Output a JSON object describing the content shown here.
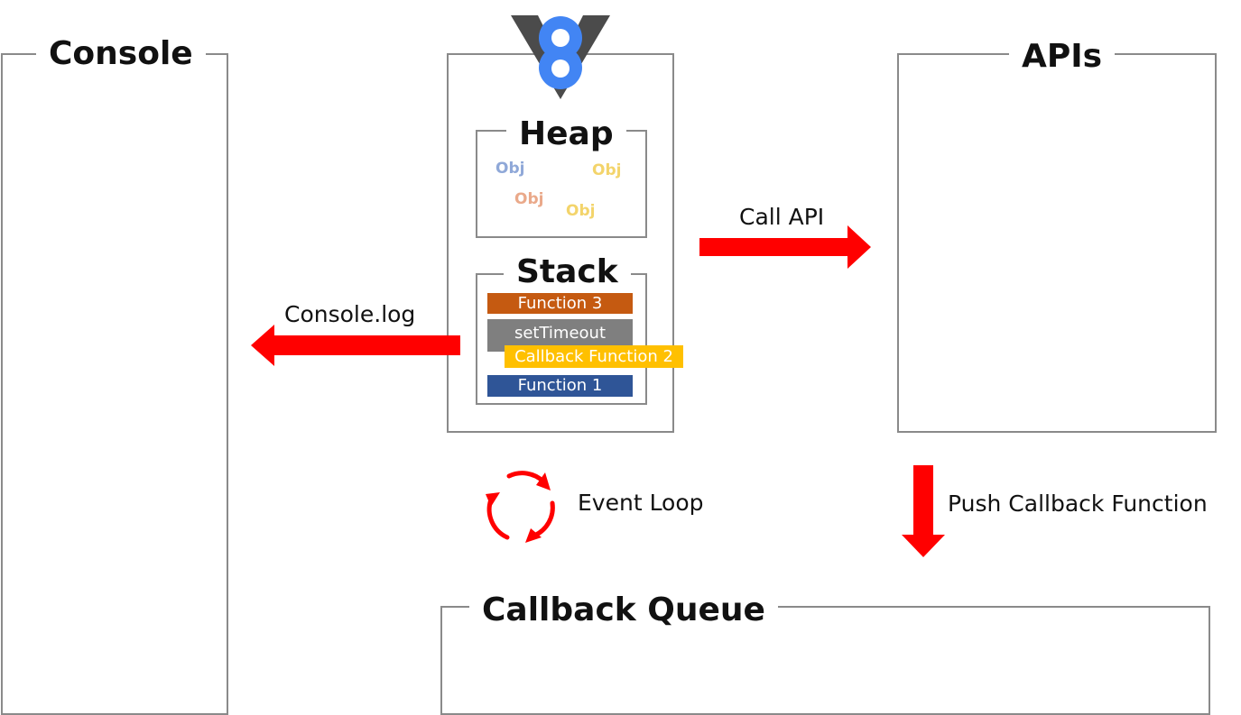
{
  "console": {
    "title": "Console"
  },
  "engine": {
    "logo_text": "8",
    "logo_colors": {
      "dark": "#4b4b4b",
      "blue": "#4285f4"
    },
    "heap": {
      "title": "Heap",
      "objects": [
        {
          "label": "Obj",
          "color": "#8fa8d8"
        },
        {
          "label": "Obj",
          "color": "#f3d46b"
        },
        {
          "label": "Obj",
          "color": "#eaa98a"
        },
        {
          "label": "Obj",
          "color": "#f3d46b"
        }
      ]
    },
    "stack": {
      "title": "Stack",
      "frames": [
        {
          "label": "Function 3",
          "color": "#c55a11"
        },
        {
          "label": "setTimeout",
          "color": "#7f7f7f"
        },
        {
          "label": "Callback Function 2",
          "color": "#ffc000"
        },
        {
          "label": "Function 1",
          "color": "#2f5597"
        }
      ]
    }
  },
  "apis": {
    "title": "APIs"
  },
  "callback_queue": {
    "title": "Callback Queue"
  },
  "arrows": {
    "call_api": "Call API",
    "console_log": "Console.log",
    "push_callback": "Push Callback Function",
    "color": "#ff0000"
  },
  "event_loop": {
    "label": "Event Loop",
    "icon": "refresh-cycle-icon"
  }
}
